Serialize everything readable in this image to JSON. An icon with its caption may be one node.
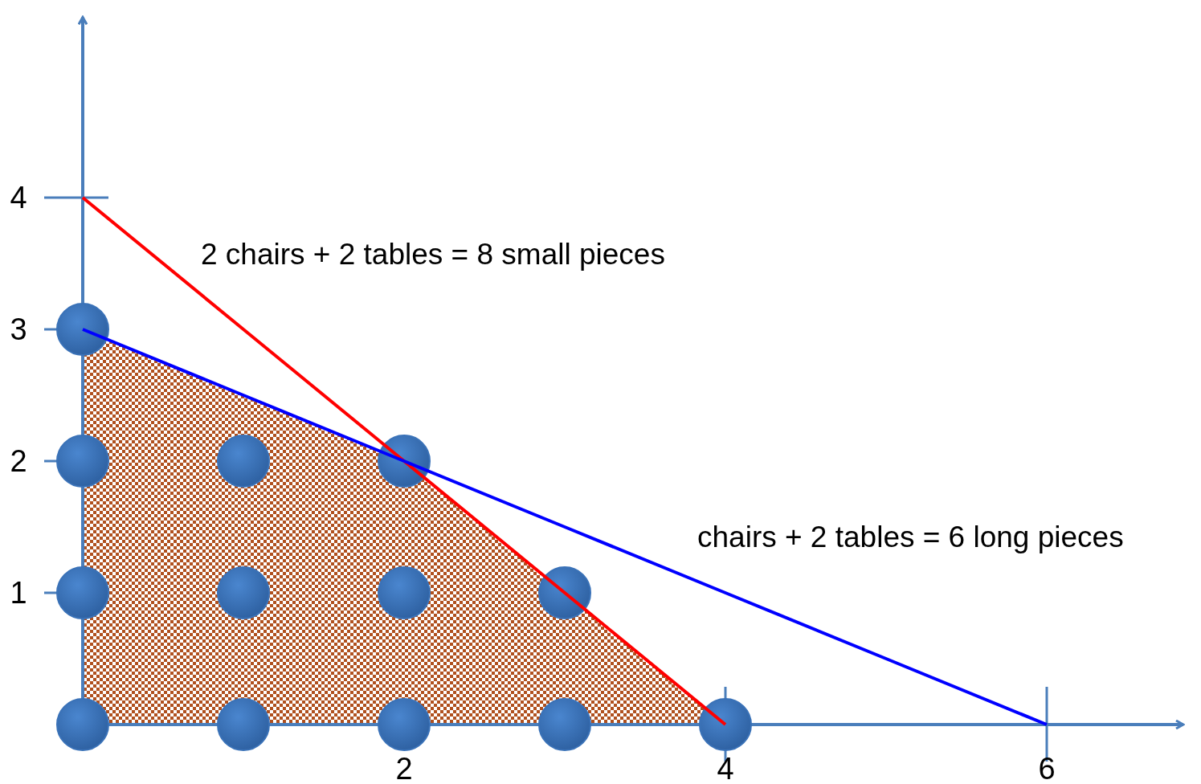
{
  "diagram": {
    "chart_data": {
      "type": "line",
      "x": [
        0,
        1,
        2,
        3,
        4,
        5,
        6
      ],
      "series": [
        {
          "type": "scatter",
          "color": "#3a72b8",
          "values": [
            0,
            0,
            0,
            0,
            0,
            null,
            null
          ]
        },
        {
          "type": "scatter",
          "color": "#3a72b8",
          "values": [
            1,
            1,
            1,
            1,
            null,
            null,
            null
          ]
        },
        {
          "type": "scatter",
          "color": "#3a72b8",
          "values": [
            2,
            2,
            2,
            null,
            null,
            null,
            null
          ]
        },
        {
          "type": "scatter",
          "color": "#3a72b8",
          "values": [
            3,
            null,
            null,
            null,
            null,
            null,
            null
          ]
        },
        {
          "color": "#ff0000",
          "values": [
            4,
            3,
            2,
            1,
            0,
            null,
            null
          ]
        },
        {
          "color": "#0000ff",
          "values": [
            3,
            2.5,
            2,
            1.5,
            1,
            0.5,
            0
          ]
        }
      ],
      "xlim": [
        0,
        7
      ],
      "ylim": [
        0,
        5.4
      ],
      "xticks": [
        2,
        4,
        6
      ],
      "yticks": [
        1,
        2,
        3,
        4
      ],
      "annotations": [
        "2 chairs + 2 tables = 8 small pieces",
        "chairs + 2 tables = 6 long pieces"
      ]
    }
  }
}
